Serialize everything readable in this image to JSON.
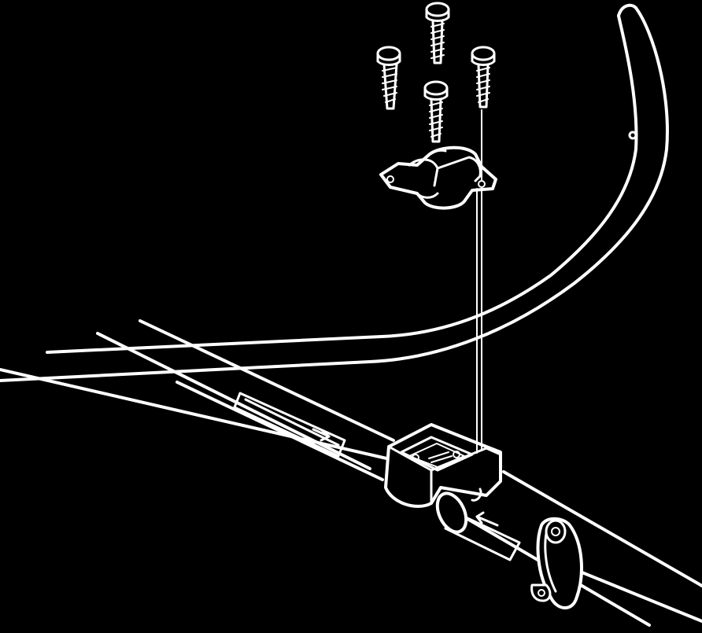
{
  "figure": {
    "background_color": "#000000",
    "line_color": "#ffffff",
    "parts": [
      {
        "name": "loop-handle",
        "kind": "tube"
      },
      {
        "name": "shaft-tube",
        "kind": "tube"
      },
      {
        "name": "handle-mount-base",
        "kind": "bracket"
      },
      {
        "name": "handle-clamp-cap",
        "kind": "bracket"
      },
      {
        "name": "mounting-screw",
        "kind": "fastener",
        "count": 4
      },
      {
        "name": "shaft-clamp-ring",
        "kind": "clamp"
      },
      {
        "name": "direction-arrow-label",
        "kind": "decal",
        "count": 2
      }
    ],
    "callouts": [
      {
        "name": "assembly-guide-line",
        "from": "mounting-screw",
        "to": "handle-mount-base"
      }
    ]
  }
}
